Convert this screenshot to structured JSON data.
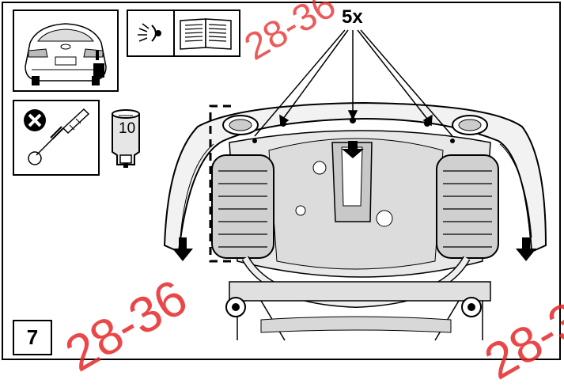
{
  "step_number": "7",
  "fastener_count": "5x",
  "socket_size": "10",
  "watermark": {
    "text": "28-36",
    "color": "#e62828"
  },
  "icons": {
    "car_rear": "car-rear-view-icon",
    "inspect": "eye-inspect-icon",
    "manual": "open-manual-icon",
    "no_screwdriver": "prohibited-screwdriver-icon",
    "socket": "socket-wrench-icon"
  }
}
